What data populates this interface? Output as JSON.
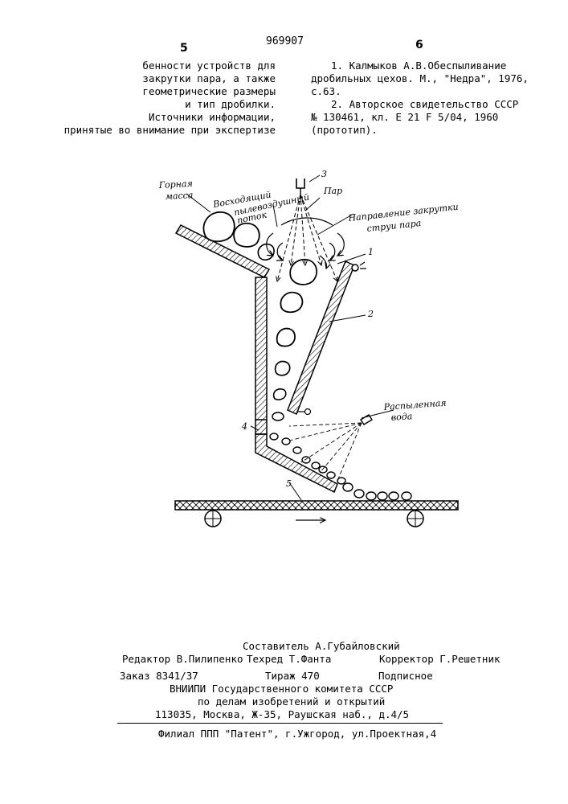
{
  "header": {
    "page_left": "5",
    "patent_number": "969907",
    "page_right": "6"
  },
  "left_column": [
    "бенности устройств для",
    "закрутки пара, а также",
    "геометрические размеры",
    "и тип дробилки.",
    "Источники информации,",
    "принятые во внимание при экспертизе"
  ],
  "right_column": [
    "1. Калмыков А.В.Обеспыливание",
    "дробильных цехов. М., \"Недра\", 1976,",
    "с.63.",
    "2. Авторское свидетельство СССР",
    "№ 130461, кл. Е 21 F 5/04, 1960",
    "(прототип)."
  ],
  "figure": {
    "labels": {
      "rock": [
        "Горная",
        "масса"
      ],
      "flow": [
        "Восходящий",
        "пылевоздушный",
        "поток"
      ],
      "steam": "Пар",
      "direction": [
        "Направление закрутки",
        "струи пара"
      ],
      "water": [
        "Распыленная",
        "вода"
      ]
    },
    "numbers": {
      "n1": "1",
      "n2": "2",
      "n3": "3",
      "n4": "4",
      "n5": "5"
    }
  },
  "footer": {
    "compiler": "Составитель А.Губайловский",
    "editor": "Редактор В.Пилипенко",
    "techred": "Техред Т.Фанта",
    "corrector": "Корректор Г.Решетник",
    "order": "Заказ 8341/37",
    "circulation": "Тираж 470",
    "subscription": "Подписное",
    "org1": "ВНИИПИ Государственного комитета СССР",
    "org2": "по делам изобретений и открытий",
    "address": "113035, Москва, Ж-35, Раушская наб., д.4/5",
    "branch": "Филиал ППП \"Патент\", г.Ужгород, ул.Проектная,4"
  }
}
